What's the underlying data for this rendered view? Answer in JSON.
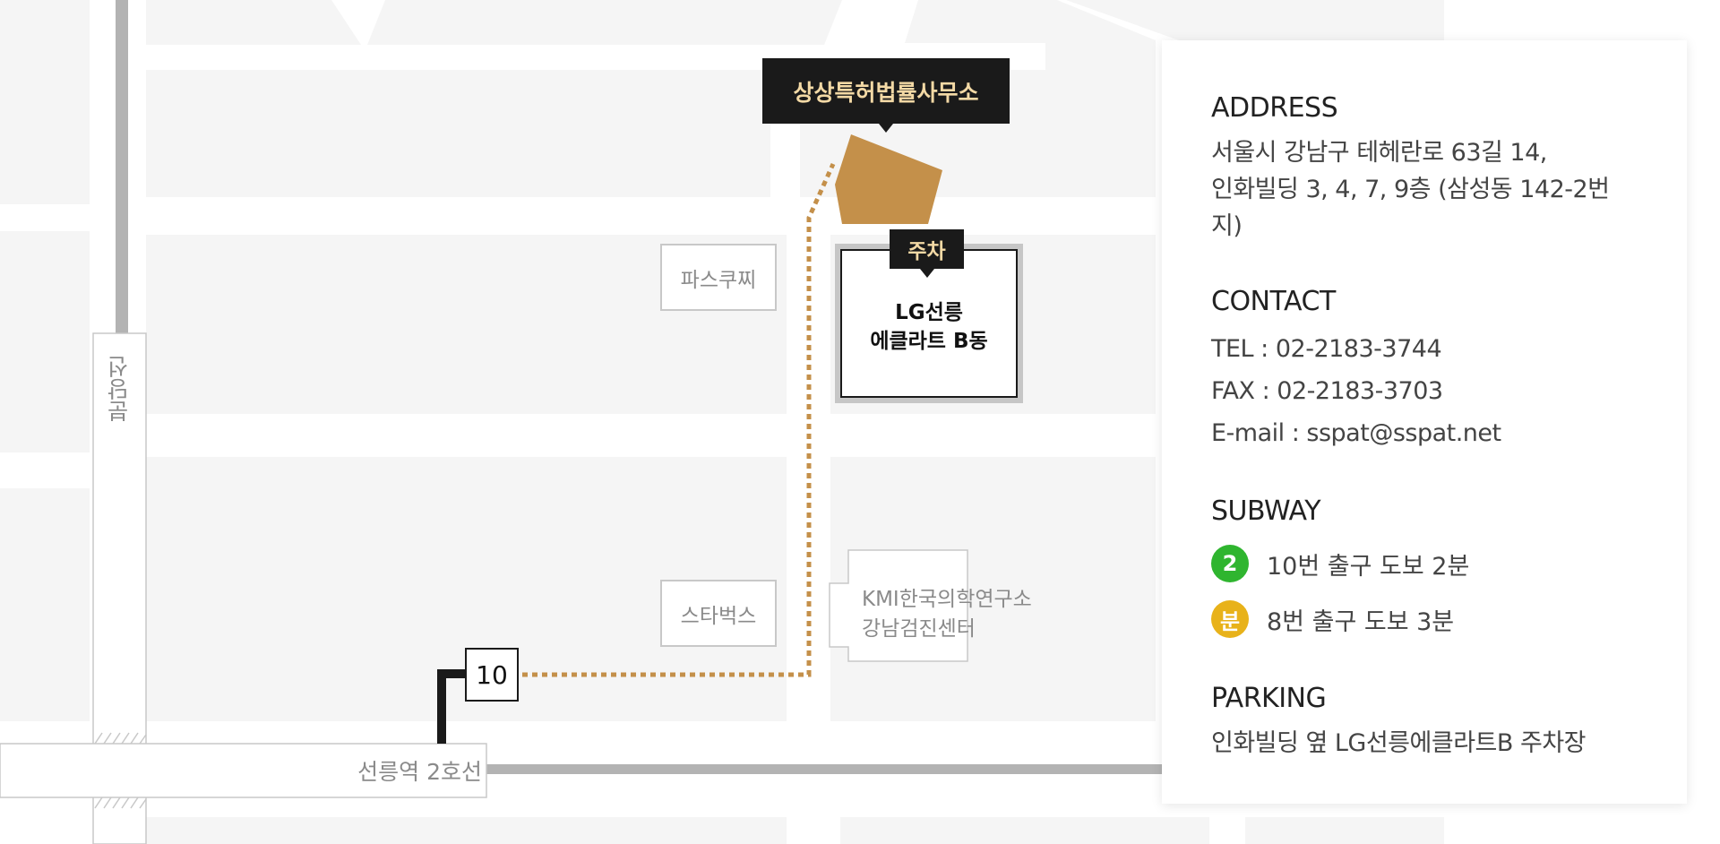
{
  "map": {
    "office_label": "상상특허법률사무소",
    "parking_tag": "주차",
    "building_b": "LG선릉\n에클라트 B동",
    "pascucci": "파스쿠찌",
    "starbucks": "스타벅스",
    "kmi": "KMI한국의학연구소\n강남검진센터",
    "exit_number": "10",
    "station_label": "선릉역 2호선",
    "bundang_label": "분당선",
    "colors": {
      "map_bg": "#f5f5f5",
      "road": "#ffffff",
      "rail": "#b3b3b3",
      "office": "#c4904a",
      "route": "#c4904a",
      "dark_label": "#1a1a1a",
      "label_text": "#f3d9a5"
    }
  },
  "info": {
    "address": {
      "title": "ADDRESS",
      "line1": "서울시 강남구 테헤란로 63길 14,",
      "line2": "인화빌딩 3, 4, 7, 9층 (삼성동 142-2번지)"
    },
    "contact": {
      "title": "CONTACT",
      "tel": "TEL : 02-2183-3744",
      "fax": "FAX : 02-2183-3703",
      "email": "E-mail : sspat@sspat.net"
    },
    "subway": {
      "title": "SUBWAY",
      "items": [
        {
          "badge": "2",
          "color": "#2fb52f",
          "text": "10번 출구 도보 2분"
        },
        {
          "badge": "분",
          "color": "#e8b21a",
          "text": "8번 출구 도보 3분"
        }
      ]
    },
    "parking": {
      "title": "PARKING",
      "text": "인화빌딩 옆 LG선릉에클라트B 주차장"
    }
  }
}
